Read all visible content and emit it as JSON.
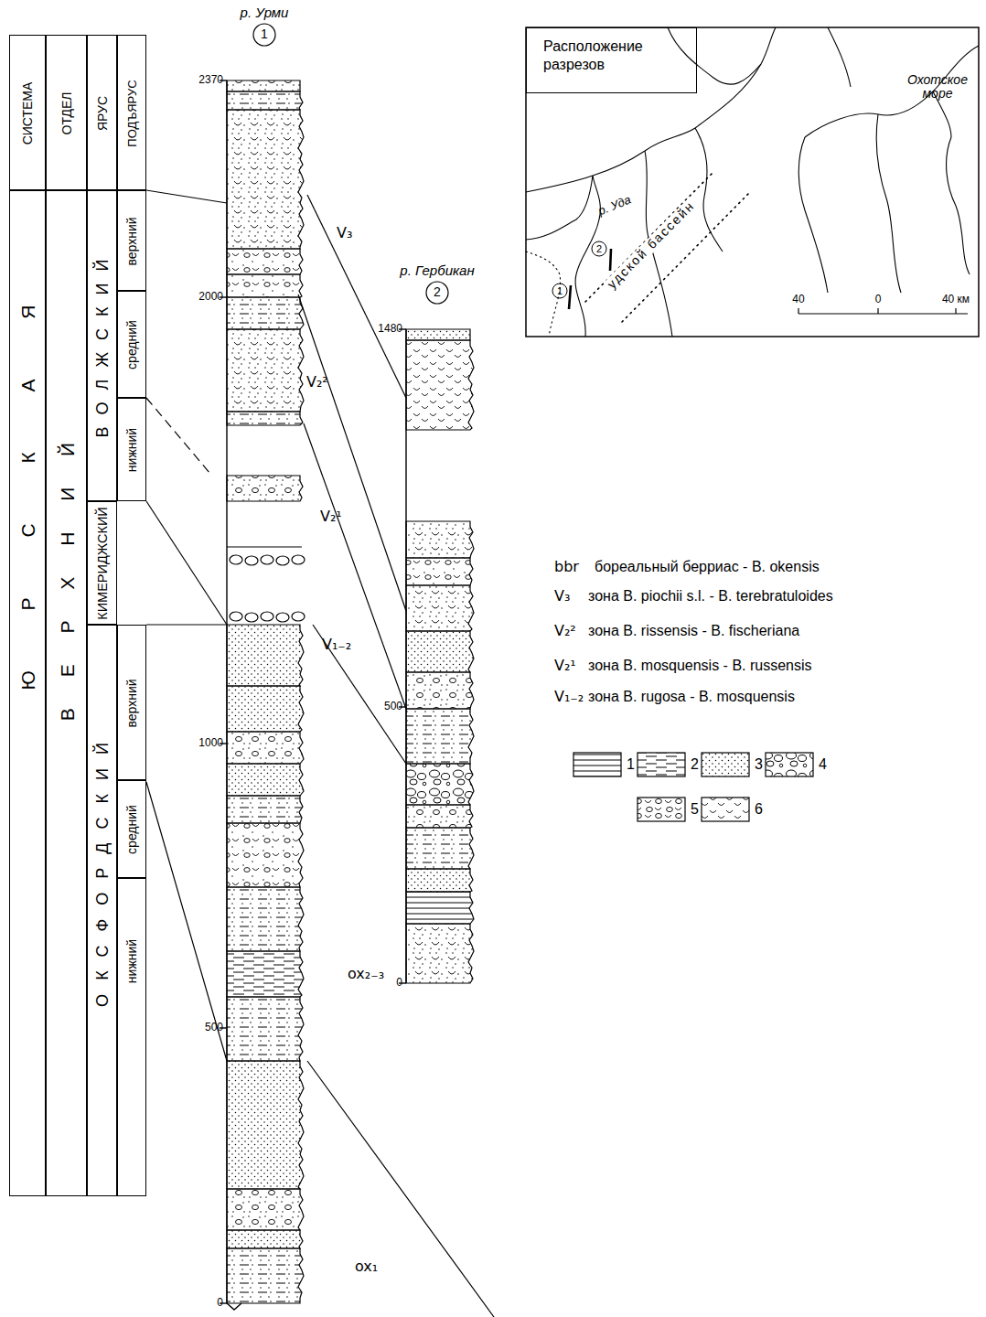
{
  "diagram": {
    "nodes": [
      {
        "text": [
          "СИСТЕМА"
        ]
      },
      {
        "text": [
          "ОТДЕЛ"
        ]
      },
      {
        "text": [
          "ЯРУС"
        ]
      },
      {
        "text": [
          "ПОДЪЯРУС"
        ]
      },
      {
        "text": [
          "Ю Р С К А Я"
        ]
      },
      {
        "text": [
          "В Е Р Х Н И Й"
        ]
      },
      {
        "text": [
          "В О Л Ж С К И Й"
        ]
      },
      {
        "text": [
          "КИМЕРИДЖСКИЙ"
        ]
      },
      {
        "text": [
          "О К С Ф О Р Д С К И Й"
        ]
      },
      {
        "text": [
          "верхний"
        ]
      },
      {
        "text": [
          "средний"
        ]
      },
      {
        "text": [
          "нижний"
        ]
      },
      {
        "text": [
          "верхний"
        ]
      },
      {
        "text": [
          "средний"
        ]
      },
      {
        "text": [
          "нижний"
        ]
      },
      {
        "text": [
          "Расположение разрезов"
        ]
      }
    ],
    "labels": [
      "р. Урми",
      "1",
      "2370",
      "2000",
      "1000",
      "500",
      "0",
      "р. Гербикан",
      "2",
      "1480",
      "500",
      "0",
      "V₃",
      "V₂²",
      "V₂¹",
      "V₁₋₂",
      "ox₂₋₃",
      "ox₁",
      "Охотское море",
      "р. Уда",
      "удской бассейн",
      "1",
      "2",
      "40",
      "0",
      "40 км",
      "bbr",
      "бореальный берриас - B. okensis",
      "V₃",
      "зона B. piochii s.l. - B. terebratuloides",
      "V₂²",
      "зона B. rissensis - B. fischeriana",
      "V₂¹",
      "зона B. mosquensis - B. russensis",
      "V₁₋₂",
      "зона B. rugosa - B. mosquensis"
    ],
    "legend": [
      {
        "text": "1"
      },
      {
        "text": "2"
      },
      {
        "text": "3"
      },
      {
        "text": "4"
      },
      {
        "text": "5"
      },
      {
        "text": "6"
      }
    ]
  }
}
